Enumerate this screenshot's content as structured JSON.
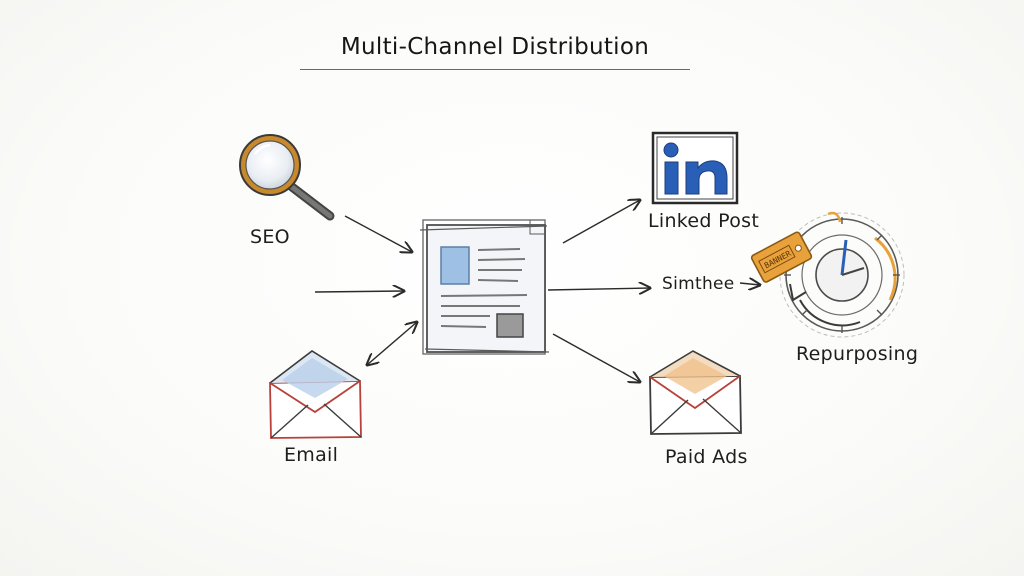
{
  "title": "Multi-Channel Distribution",
  "nodes": {
    "seo": {
      "label": "SEO",
      "icon": "magnifier-icon"
    },
    "email": {
      "label": "Email",
      "icon": "envelope-icon"
    },
    "linkedin": {
      "label": "Linked Post",
      "icon": "linkedin-logo-icon",
      "logo_text": "in"
    },
    "simthee": {
      "label": "Simthee"
    },
    "repurposing": {
      "label": "Repurposing",
      "icon": "cycle-tag-icon",
      "tag_text": "BANNER"
    },
    "paid_ads": {
      "label": "Paid Ads",
      "icon": "envelope-icon"
    },
    "content": {
      "icon": "document-icon"
    }
  },
  "colors": {
    "ink": "#1e1e1e",
    "linkedin_blue": "#2a5fb8",
    "accent_orange": "#e8a13b",
    "envelope_red": "#b8413a",
    "blue_wash": "#8fb6df"
  }
}
